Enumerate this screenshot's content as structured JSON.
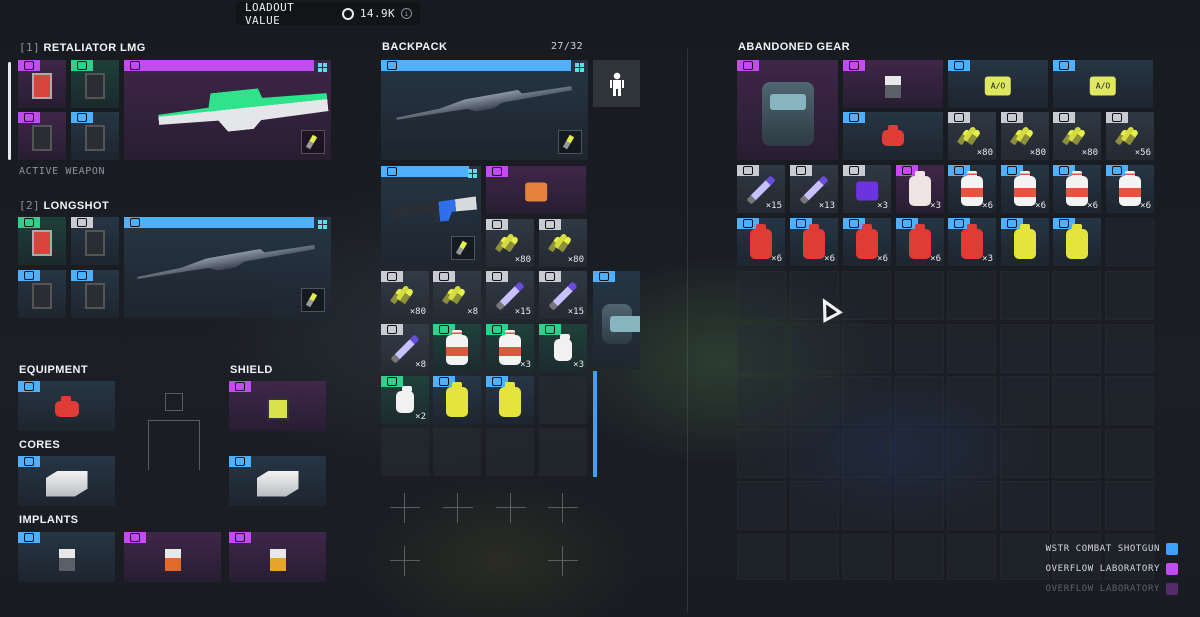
{
  "header": {
    "loadout_label": "LOADOUT VALUE",
    "loadout_value": "14.9K",
    "info_glyph": "i"
  },
  "weapons": [
    {
      "slot": "[1]",
      "name": "RETALIATOR LMG",
      "status": "ACTIVE WEAPON"
    },
    {
      "slot": "[2]",
      "name": "LONGSHOT",
      "status": ""
    }
  ],
  "sections": {
    "equipment": "EQUIPMENT",
    "shield": "SHIELD",
    "cores": "CORES",
    "implants": "IMPLANTS",
    "backpack": "BACKPACK",
    "abandoned": "ABANDONED GEAR"
  },
  "backpack": {
    "capacity": "27/32",
    "quantities": [
      "×80",
      "×80",
      "×80",
      "×8",
      "×15",
      "×15",
      "×8",
      "×3",
      "×3",
      "×2"
    ]
  },
  "abandoned": {
    "quantities": [
      "×80",
      "×80",
      "×80",
      "×56",
      "×15",
      "×13",
      "×3",
      "×3",
      "×6",
      "×6",
      "×6",
      "×6",
      "×6",
      "×6",
      "×6",
      "×6",
      "×3"
    ],
    "ad_label": "A/O"
  },
  "legend": [
    {
      "label": "WSTR COMBAT SHOTGUN",
      "color": "#3ea0ff"
    },
    {
      "label": "OVERFLOW LABORATORY",
      "color": "#c24cf1"
    },
    {
      "label": "OVERFLOW LABORATORY",
      "color": "#c24cf1",
      "dim": true
    }
  ],
  "colors": {
    "weapon": "#3ea0ff",
    "purple": "#c24cf1",
    "green": "#2fcf8c",
    "grey": "#c8ccd0"
  },
  "icons": [
    "coin-icon",
    "info-icon",
    "body-silhouette-icon",
    "cursor-pointer-icon",
    "ammo-icon",
    "syringe-icon",
    "medkit-icon",
    "core-icon",
    "implant-icon"
  ]
}
